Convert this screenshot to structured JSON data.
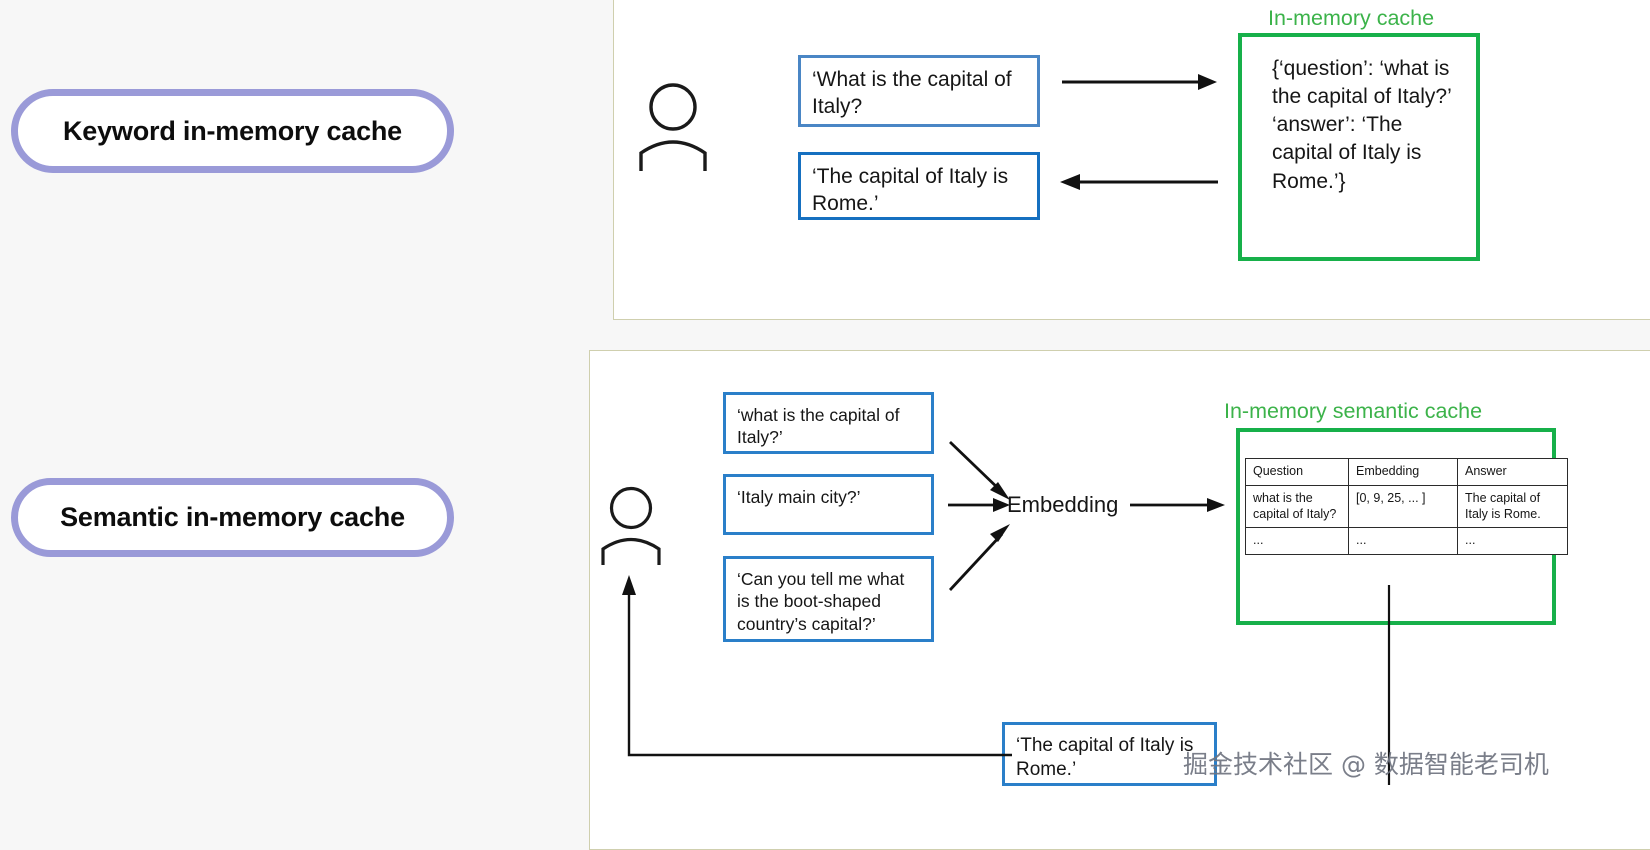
{
  "page": {
    "background": "#f7f7f7",
    "accent_purple": "#9a9ad8",
    "accent_blue": "#1670c0",
    "accent_green": "#17b04a",
    "cache_title_color": "#3cb34a",
    "panel_border": "#cfcfae"
  },
  "labels": {
    "keyword_pill": "Keyword in-memory cache",
    "semantic_pill": "Semantic in-memory cache"
  },
  "keyword_section": {
    "user_icon": "person-icon",
    "question": "‘What is the capital of Italy?",
    "answer": "‘The capital of Italy is Rome.’",
    "cache_title": "In-memory cache",
    "cache_body": "{‘question’: ‘what is the capital of Italy?’\n ‘answer’: ‘The capital of Italy is Rome.’}",
    "arrow_to_cache": "arrow-right-icon",
    "arrow_from_cache": "arrow-left-icon"
  },
  "semantic_section": {
    "user_icon": "person-icon",
    "questions": [
      "‘what is the capital of Italy?’",
      "‘Italy main city?’",
      "‘Can you tell me what is the boot-shaped country’s capital?’"
    ],
    "embedding_label": "Embedding",
    "cache_title": "In-memory semantic cache",
    "answer": "‘The capital of Italy is Rome.’",
    "table": {
      "headers": [
        "Question",
        "Embedding",
        "Answer"
      ],
      "rows": [
        [
          "what is the capital of Italy?",
          "[0, 9, 25, ... ]",
          "The capital of Italy is Rome."
        ],
        [
          "...",
          "...",
          "..."
        ]
      ]
    },
    "arrows": {
      "q1_to_embedding": "arrow-down-right-icon",
      "q2_to_embedding": "arrow-right-icon",
      "q3_to_embedding": "arrow-up-right-icon",
      "embedding_to_cache": "arrow-right-icon",
      "answer_to_user": "arrow-up-icon"
    }
  },
  "watermark": {
    "text": "掘金技术社区 @ 数据智能老司机"
  }
}
